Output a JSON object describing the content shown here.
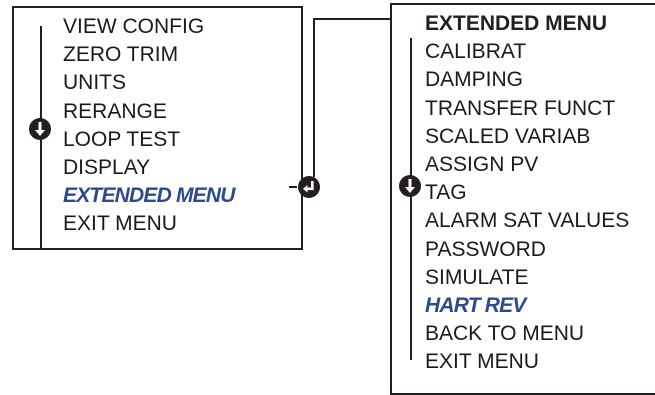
{
  "main_menu": {
    "items": [
      {
        "label": "VIEW CONFIG"
      },
      {
        "label": "ZERO TRIM"
      },
      {
        "label": "UNITS"
      },
      {
        "label": "RERANGE"
      },
      {
        "label": "LOOP TEST"
      },
      {
        "label": "DISPLAY"
      },
      {
        "label": "EXTENDED MENU",
        "highlighted": true
      },
      {
        "label": "EXIT MENU"
      }
    ]
  },
  "extended_menu": {
    "title": "EXTENDED MENU",
    "items": [
      {
        "label": "CALIBRAT"
      },
      {
        "label": "DAMPING"
      },
      {
        "label": "TRANSFER FUNCT"
      },
      {
        "label": "SCALED VARIAB"
      },
      {
        "label": "ASSIGN PV"
      },
      {
        "label": "TAG"
      },
      {
        "label": "ALARM SAT VALUES"
      },
      {
        "label": "PASSWORD"
      },
      {
        "label": "SIMULATE"
      },
      {
        "label": "HART REV",
        "highlighted": true
      },
      {
        "label": "BACK TO MENU"
      },
      {
        "label": "EXIT MENU"
      }
    ]
  },
  "icons": {
    "scroll": "scroll-down-icon",
    "enter": "enter-icon"
  },
  "colors": {
    "highlight": "#2e4a8f",
    "line": "#231f20"
  }
}
